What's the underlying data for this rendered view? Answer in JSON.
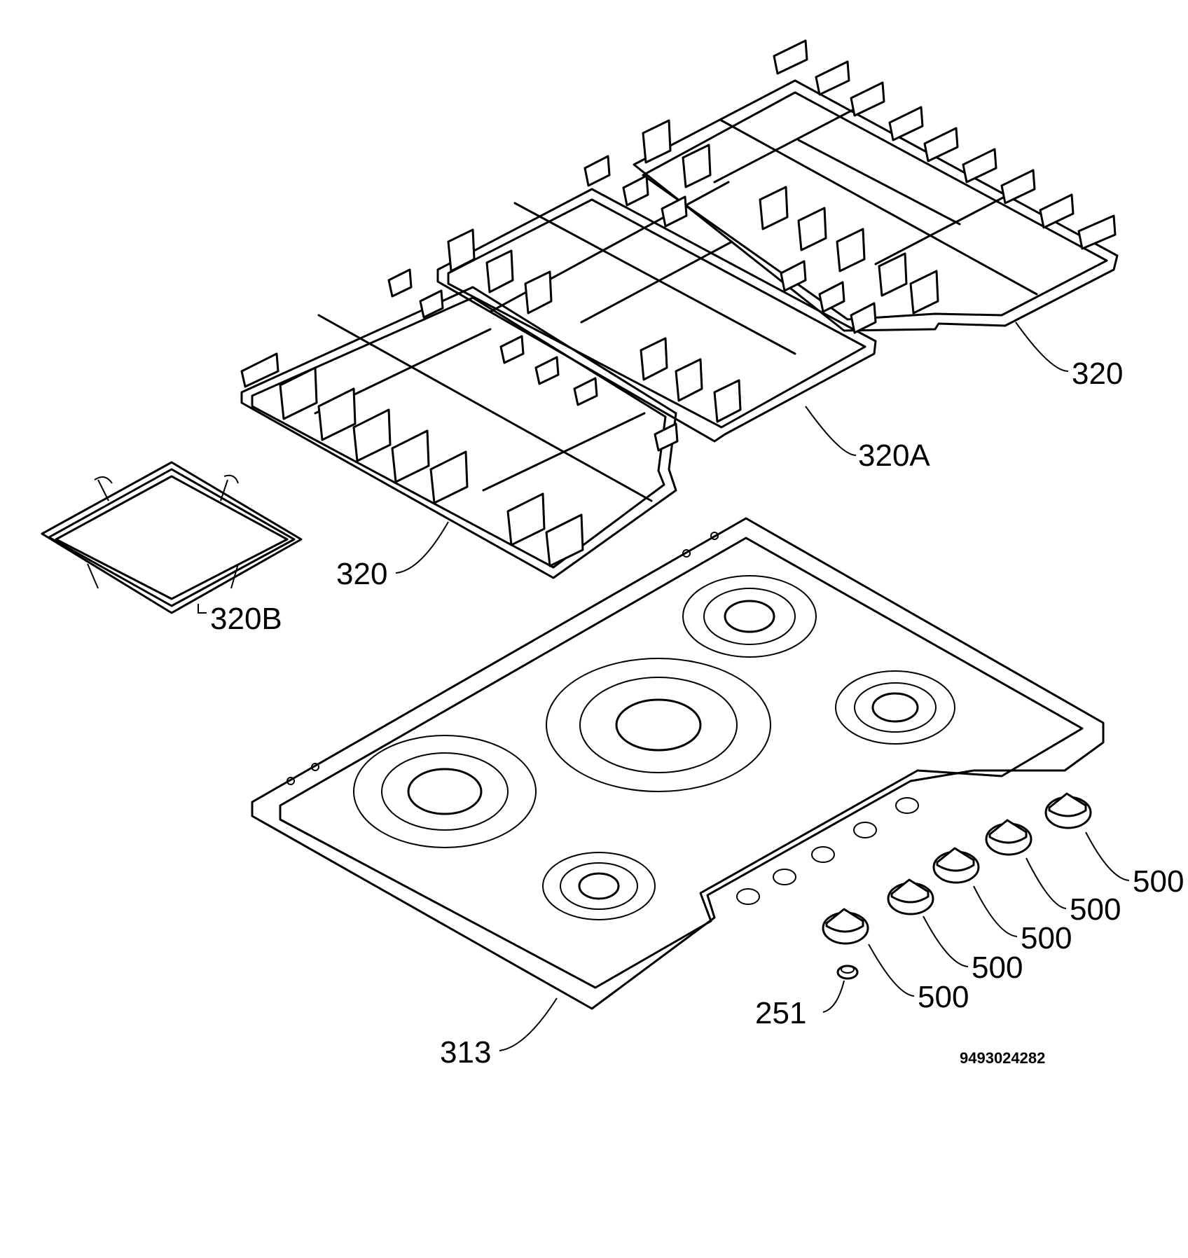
{
  "labels": {
    "grid_right": "320",
    "grid_middle": "320A",
    "grid_left": "320",
    "wok_ring": "320B",
    "hob_top": "313",
    "spring": "251",
    "knob_1": "500",
    "knob_2": "500",
    "knob_3": "500",
    "knob_4": "500",
    "knob_5": "500"
  },
  "code": "9493024282",
  "colors": {
    "line": "#000000",
    "background": "#ffffff"
  }
}
